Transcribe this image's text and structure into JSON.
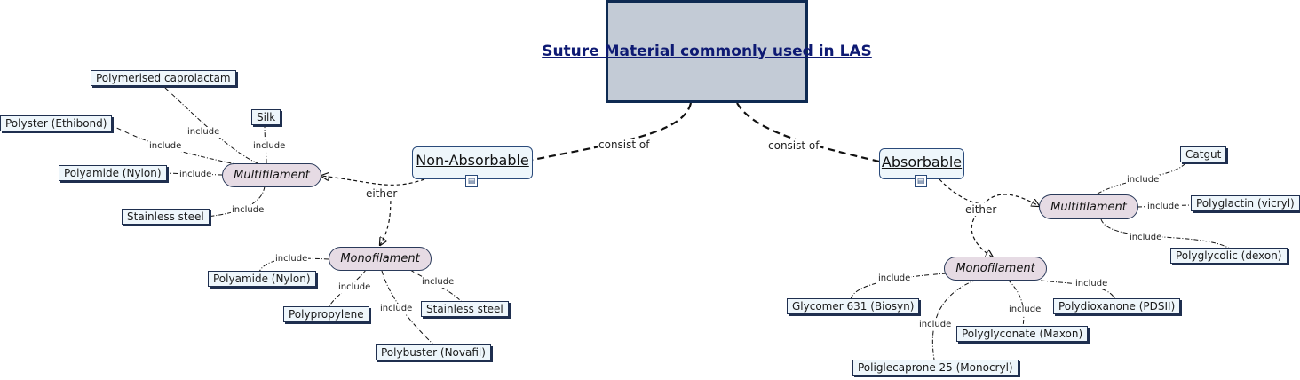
{
  "title": "Suture Material commonly used in LAS",
  "non_absorbable": {
    "label": "Non-Absorbable",
    "link_label": "consist of",
    "either_label": "either",
    "multifilament": {
      "label": "Multifilament",
      "items": [
        "Polymerised caprolactam",
        "Silk",
        "Polyster (Ethibond)",
        "Polyamide (Nylon)",
        "Stainless steel"
      ]
    },
    "monofilament": {
      "label": "Monofilament",
      "items": [
        "Polyamide (Nylon)",
        "Polypropylene",
        "Polybuster (Novafil)",
        "Stainless steel"
      ]
    }
  },
  "absorbable": {
    "label": "Absorbable",
    "link_label": "consist of",
    "either_label": "either",
    "multifilament": {
      "label": "Multifilament",
      "items": [
        "Catgut",
        "Polyglactin (vicryl)",
        "Polyglycolic (dexon)"
      ]
    },
    "monofilament": {
      "label": "Monofilament",
      "items": [
        "Glycomer 631 (Biosyn)",
        "Polyglyconate (Maxon)",
        "Poliglecaprone 25 (Monocryl)",
        "Polydioxanone (PDSII)"
      ]
    }
  },
  "include_label": "include",
  "doc_icon": "document-icon"
}
